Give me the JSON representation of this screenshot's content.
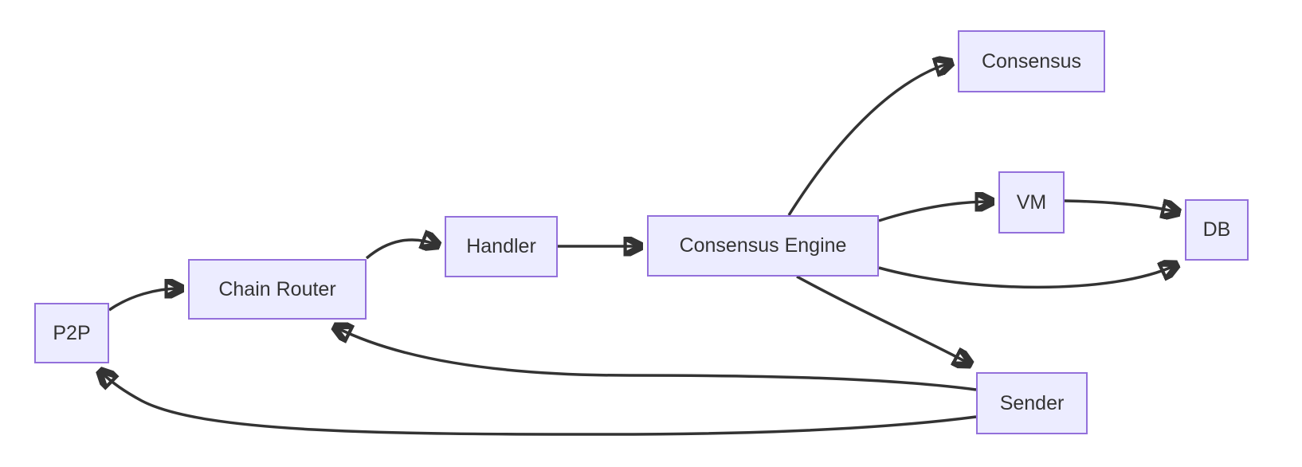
{
  "diagram": {
    "type": "flowchart",
    "direction": "left-to-right",
    "colors": {
      "node_fill": "#ECECFF",
      "node_border": "#9370DB",
      "edge_color": "#333333",
      "text_color": "#333333",
      "background": "#ffffff"
    },
    "nodes": {
      "p2p": {
        "label": "P2P"
      },
      "chain_router": {
        "label": "Chain Router"
      },
      "handler": {
        "label": "Handler"
      },
      "consensus_engine": {
        "label": "Consensus Engine"
      },
      "consensus": {
        "label": "Consensus"
      },
      "vm": {
        "label": "VM"
      },
      "db": {
        "label": "DB"
      },
      "sender": {
        "label": "Sender"
      }
    },
    "edges": [
      {
        "from": "P2P",
        "to": "Chain Router"
      },
      {
        "from": "Chain Router",
        "to": "Handler"
      },
      {
        "from": "Handler",
        "to": "Consensus Engine"
      },
      {
        "from": "Consensus Engine",
        "to": "Consensus"
      },
      {
        "from": "Consensus Engine",
        "to": "VM"
      },
      {
        "from": "VM",
        "to": "DB"
      },
      {
        "from": "Consensus Engine",
        "to": "DB"
      },
      {
        "from": "Consensus Engine",
        "to": "Sender"
      },
      {
        "from": "Sender",
        "to": "Chain Router"
      },
      {
        "from": "Sender",
        "to": "P2P"
      }
    ]
  }
}
